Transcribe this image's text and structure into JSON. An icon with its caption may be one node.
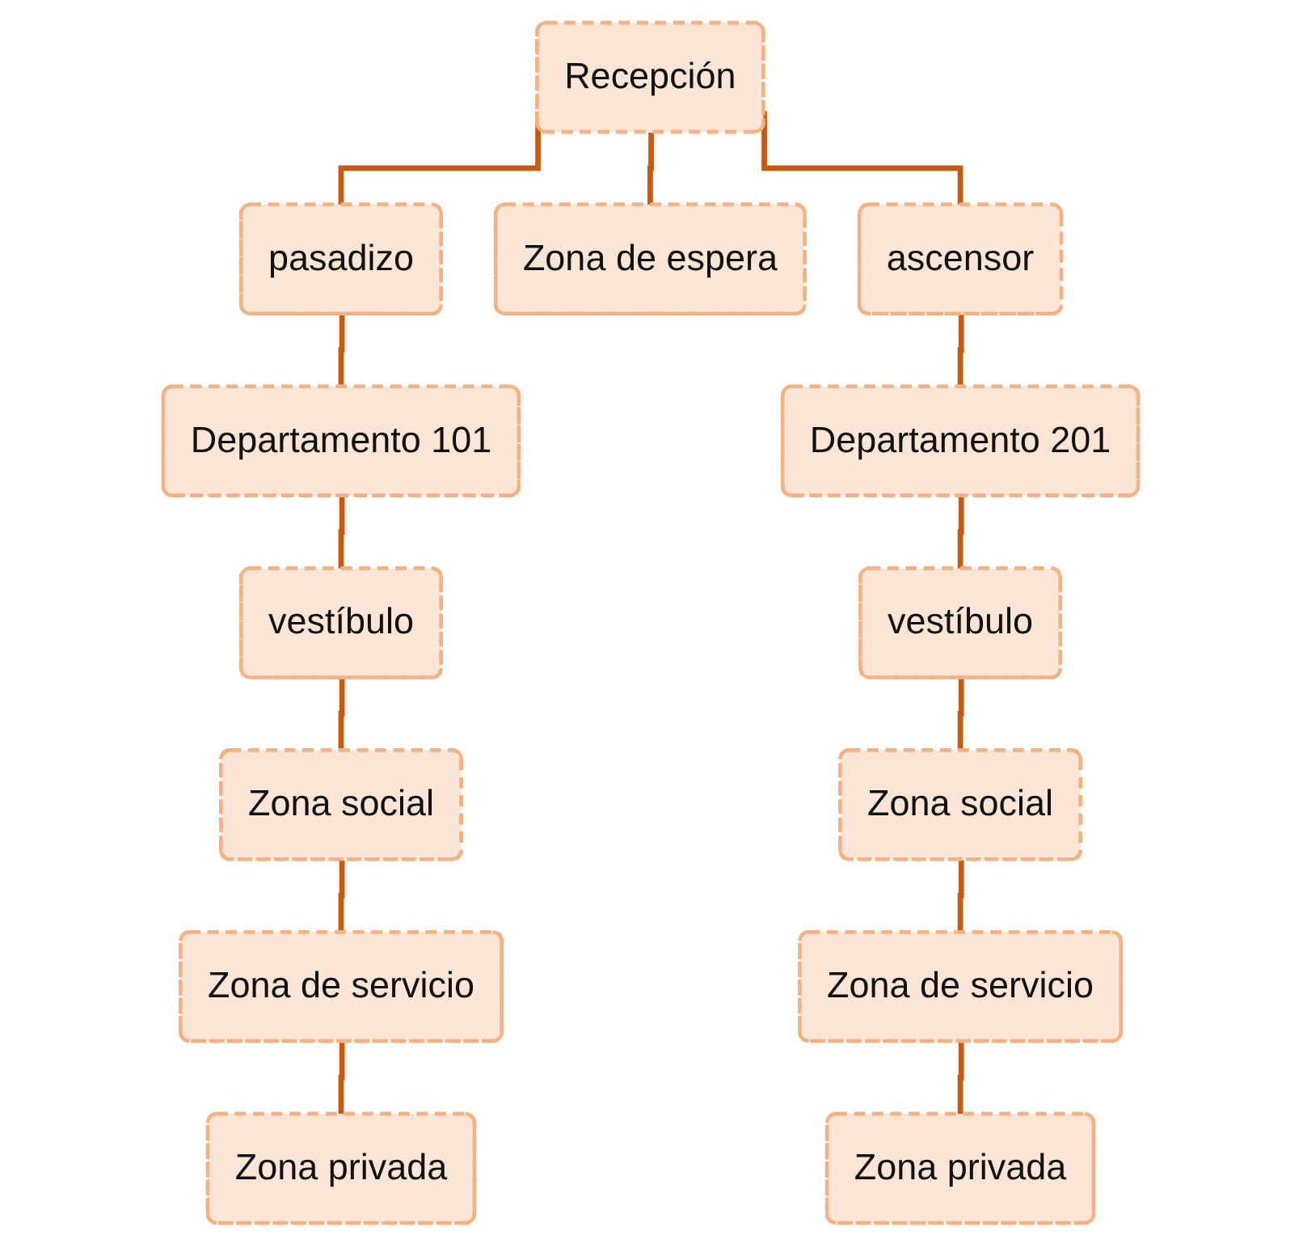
{
  "diagram": {
    "nodes": [
      {
        "text": [
          "Recepción"
        ]
      },
      {
        "text": [
          "pasadizo"
        ]
      },
      {
        "text": [
          "Zona de espera"
        ]
      },
      {
        "text": [
          "Departamento 101"
        ]
      },
      {
        "text": [
          "ascensor"
        ]
      },
      {
        "text": [
          "Departamento 201"
        ]
      },
      {
        "text": [
          "vestíbulo"
        ]
      },
      {
        "text": [
          "Zona social"
        ]
      },
      {
        "text": [
          "Zona de servicio"
        ]
      },
      {
        "text": [
          "Zona privada"
        ]
      },
      {
        "text": [
          "vestíbulo"
        ]
      },
      {
        "text": [
          "Zona social"
        ]
      },
      {
        "text": [
          "Zona de servicio"
        ]
      },
      {
        "text": [
          "Zona privada"
        ]
      }
    ],
    "edges": [
      {
        "from": 0,
        "to": 1,
        "arrow": "none"
      },
      {
        "from": 0,
        "to": 4,
        "arrow": "none"
      },
      {
        "from": 0,
        "to": 2,
        "arrow": "none"
      },
      {
        "from": 1,
        "to": 3,
        "arrow": "none"
      },
      {
        "from": 4,
        "to": 5,
        "arrow": "none"
      },
      {
        "from": 3,
        "to": 6,
        "arrow": "none"
      },
      {
        "from": 6,
        "to": 7,
        "arrow": "none"
      },
      {
        "from": 7,
        "to": 8,
        "arrow": "none"
      },
      {
        "from": 8,
        "to": 9,
        "arrow": "none"
      },
      {
        "from": 5,
        "to": 10,
        "arrow": "none"
      },
      {
        "from": 10,
        "to": 11,
        "arrow": "none"
      },
      {
        "from": 11,
        "to": 12,
        "arrow": "none"
      },
      {
        "from": 12,
        "to": 13,
        "arrow": "none"
      }
    ]
  }
}
